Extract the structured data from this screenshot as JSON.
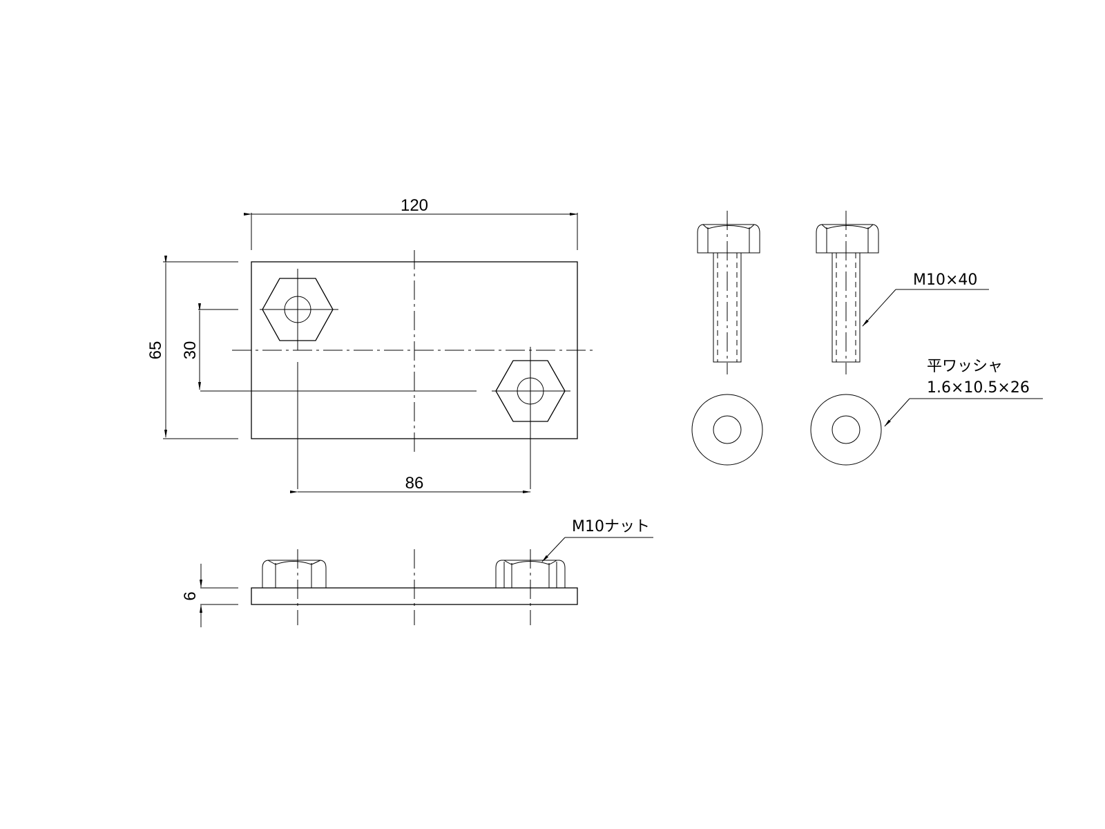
{
  "drawing": {
    "plan_view": {
      "dim_width": "120",
      "dim_height": "65",
      "dim_hole_offset_y": "30",
      "dim_hole_spacing_x": "86"
    },
    "side_view": {
      "dim_thickness": "6",
      "nut_label": "M10ナット"
    },
    "bolts": {
      "bolt_label": "M10×40"
    },
    "washers": {
      "label_line1": "平ワッシャ",
      "label_line2": "1.6×10.5×26"
    }
  }
}
